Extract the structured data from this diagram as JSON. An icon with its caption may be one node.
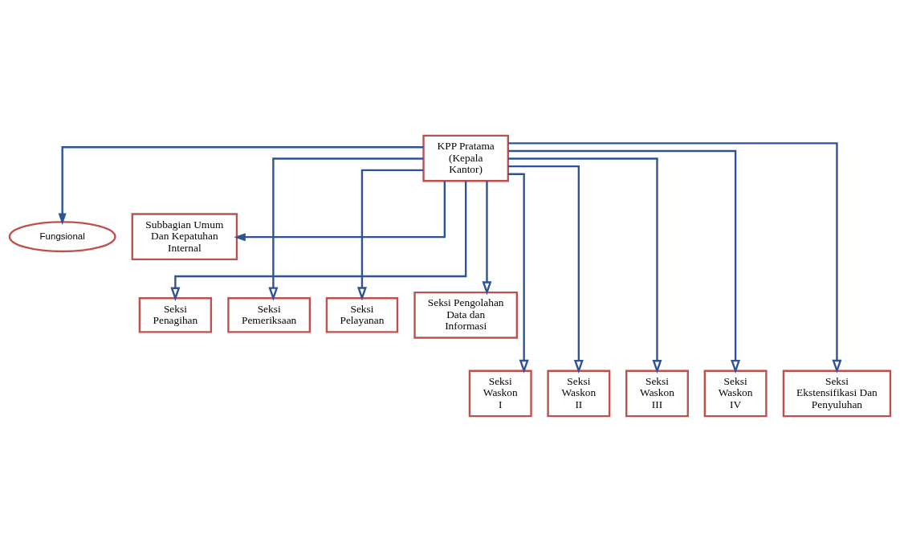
{
  "diagram": {
    "nodes": [
      {
        "text": [
          "KPP Pratama (Kepala Kantor)"
        ]
      },
      {
        "text": [
          "Fungsional"
        ]
      },
      {
        "text": [
          "Subbagian Umum Dan Kepatuhan Internal"
        ]
      },
      {
        "text": [
          "Seksi Penagihan"
        ]
      },
      {
        "text": [
          "Seksi Pemeriksaan"
        ]
      },
      {
        "text": [
          "Seksi Pelayanan"
        ]
      },
      {
        "text": [
          "Seksi Pengolahan Data dan Informasi"
        ]
      },
      {
        "text": [
          "Seksi Waskon I"
        ]
      },
      {
        "text": [
          "Seksi Waskon II"
        ]
      },
      {
        "text": [
          "Seksi Waskon III"
        ]
      },
      {
        "text": [
          "Seksi Waskon IV"
        ]
      },
      {
        "text": [
          "Seksi Ekstensifikasi Dan Penyuluhan"
        ]
      }
    ],
    "edges": [
      {
        "from": 0,
        "to": 1,
        "arrow": "to"
      },
      {
        "from": 0,
        "to": 2,
        "arrow": "to"
      },
      {
        "from": 0,
        "to": 3,
        "arrow": "to"
      },
      {
        "from": 0,
        "to": 4,
        "arrow": "to"
      },
      {
        "from": 0,
        "to": 5,
        "arrow": "to"
      },
      {
        "from": 0,
        "to": 6,
        "arrow": "to"
      },
      {
        "from": 0,
        "to": 7,
        "arrow": "to"
      },
      {
        "from": 0,
        "to": 8,
        "arrow": "to"
      },
      {
        "from": 0,
        "to": 9,
        "arrow": "to"
      },
      {
        "from": 0,
        "to": 10,
        "arrow": "to"
      },
      {
        "from": 0,
        "to": 11,
        "arrow": "to"
      }
    ]
  }
}
